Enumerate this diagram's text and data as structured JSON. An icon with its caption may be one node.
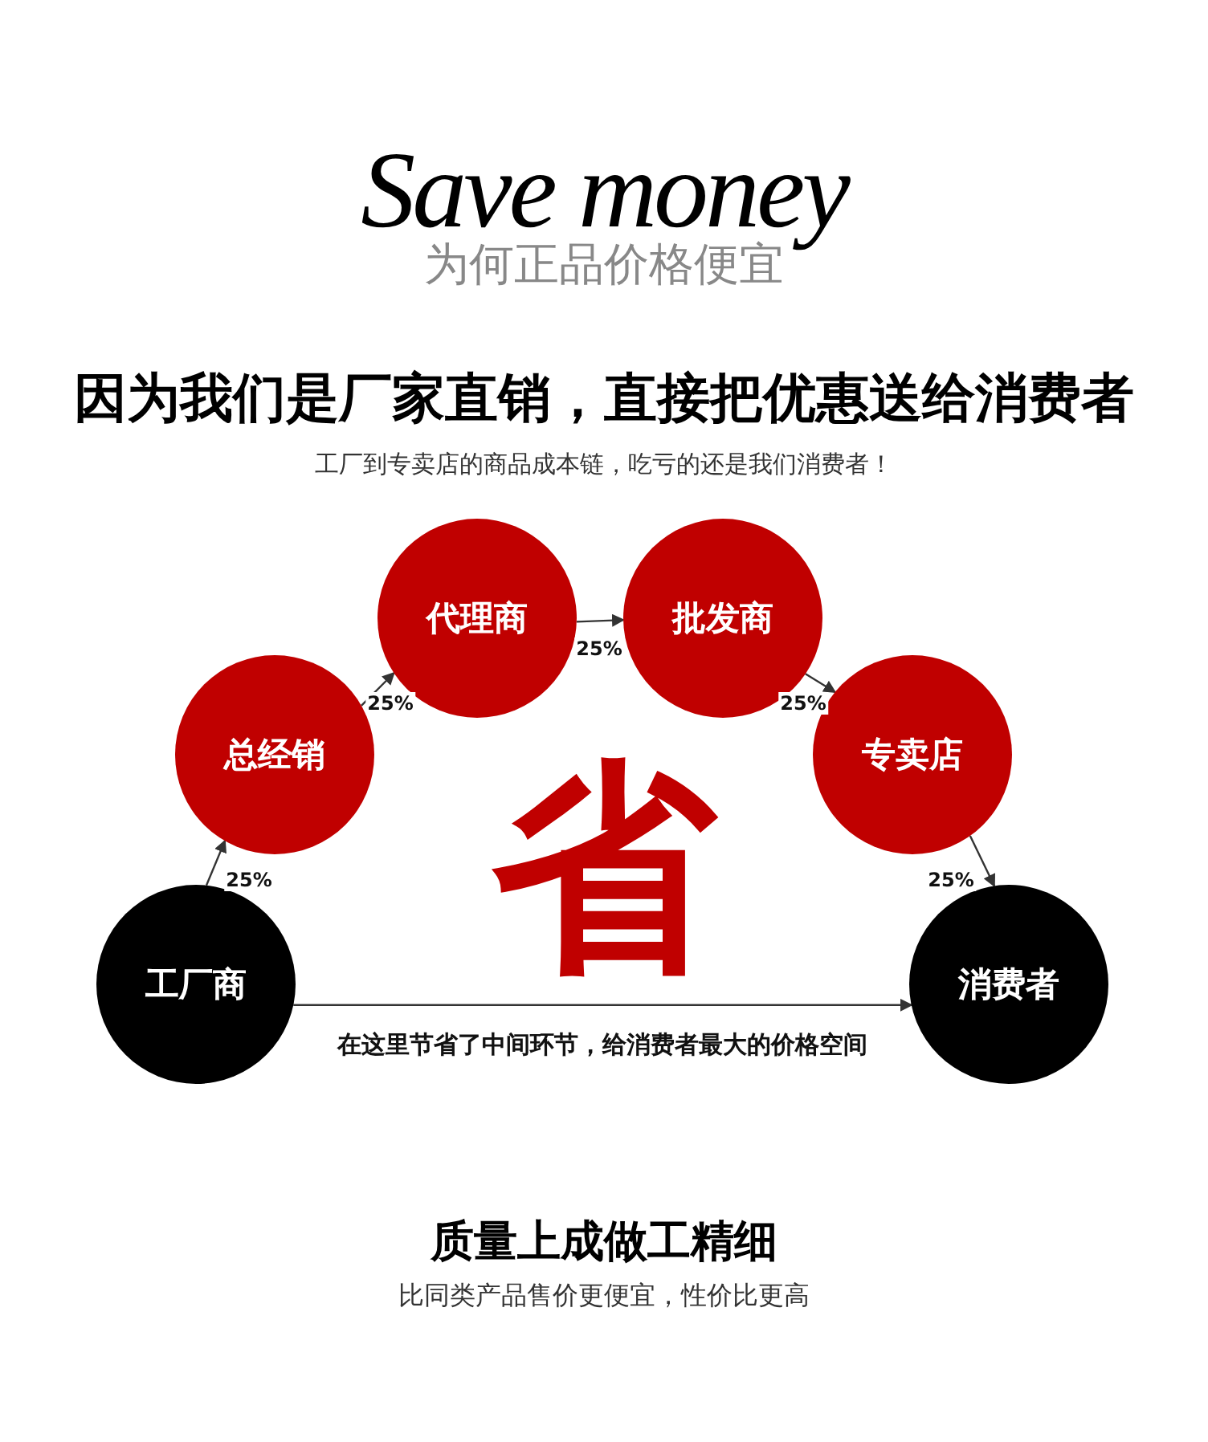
{
  "diagram": {
    "title": "Save money",
    "nodes": [
      {
        "text": [
          "工厂商"
        ]
      },
      {
        "text": [
          "总经销"
        ]
      },
      {
        "text": [
          "代理商"
        ]
      },
      {
        "text": [
          "批发商"
        ]
      },
      {
        "text": [
          "专卖店"
        ]
      },
      {
        "text": [
          "消费者"
        ]
      }
    ],
    "edges": [
      {
        "from": 0,
        "to": 1,
        "arrow": "to",
        "label": "25%"
      },
      {
        "from": 1,
        "to": 2,
        "arrow": "to",
        "label": "25%"
      },
      {
        "from": 2,
        "to": 3,
        "arrow": "to",
        "label": "25%"
      },
      {
        "from": 3,
        "to": 4,
        "arrow": "to",
        "label": "25%"
      },
      {
        "from": 4,
        "to": 5,
        "arrow": "to",
        "label": "25%"
      },
      {
        "from": 0,
        "to": 5,
        "arrow": "to",
        "label": "在这里节省了中间环节，给消费者最大的价格空间"
      }
    ],
    "labels": [
      "为何正品价格便宜",
      "因为我们是厂家直销，直接把优惠送给消费者",
      "工厂到专卖店的商品成本链，吃亏的还是我们消费者！",
      "省",
      "质量上成做工精细",
      "比同类产品售价更便宜，性价比更高"
    ]
  }
}
